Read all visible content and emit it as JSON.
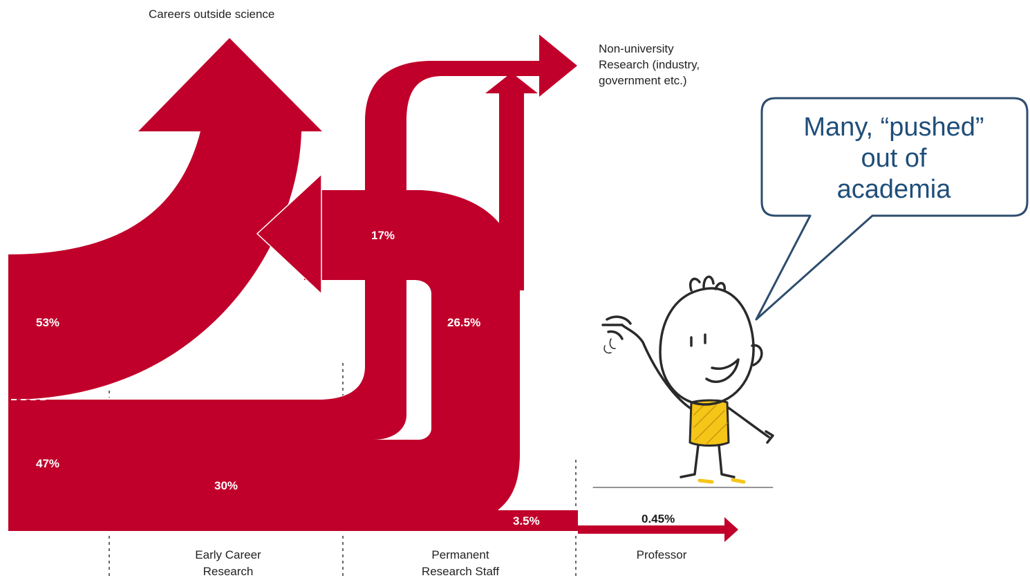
{
  "destinations": {
    "outside_science": "Careers outside science",
    "non_university": [
      "Non-university",
      "Research (industry,",
      "government etc.)"
    ]
  },
  "flow_percentages": {
    "outside_science": "53%",
    "early_career": "47%",
    "to_non_university": "17%",
    "to_permanent_staff": "30%",
    "permanent_outflow": "26.5%",
    "to_professor": "3.5%",
    "professor": "0.45%"
  },
  "stages": {
    "early_career": [
      "Early Career",
      "Research"
    ],
    "permanent_staff": [
      "Permanent",
      "Research Staff"
    ],
    "professor": "Professor"
  },
  "callout": {
    "lines": [
      "Many, “pushed”",
      "out of",
      "academia"
    ]
  },
  "colors": {
    "flow": "#c0002a",
    "callout_border": "#2e4d6e",
    "callout_text": "#1f4e79",
    "shirt": "#f5c518"
  }
}
